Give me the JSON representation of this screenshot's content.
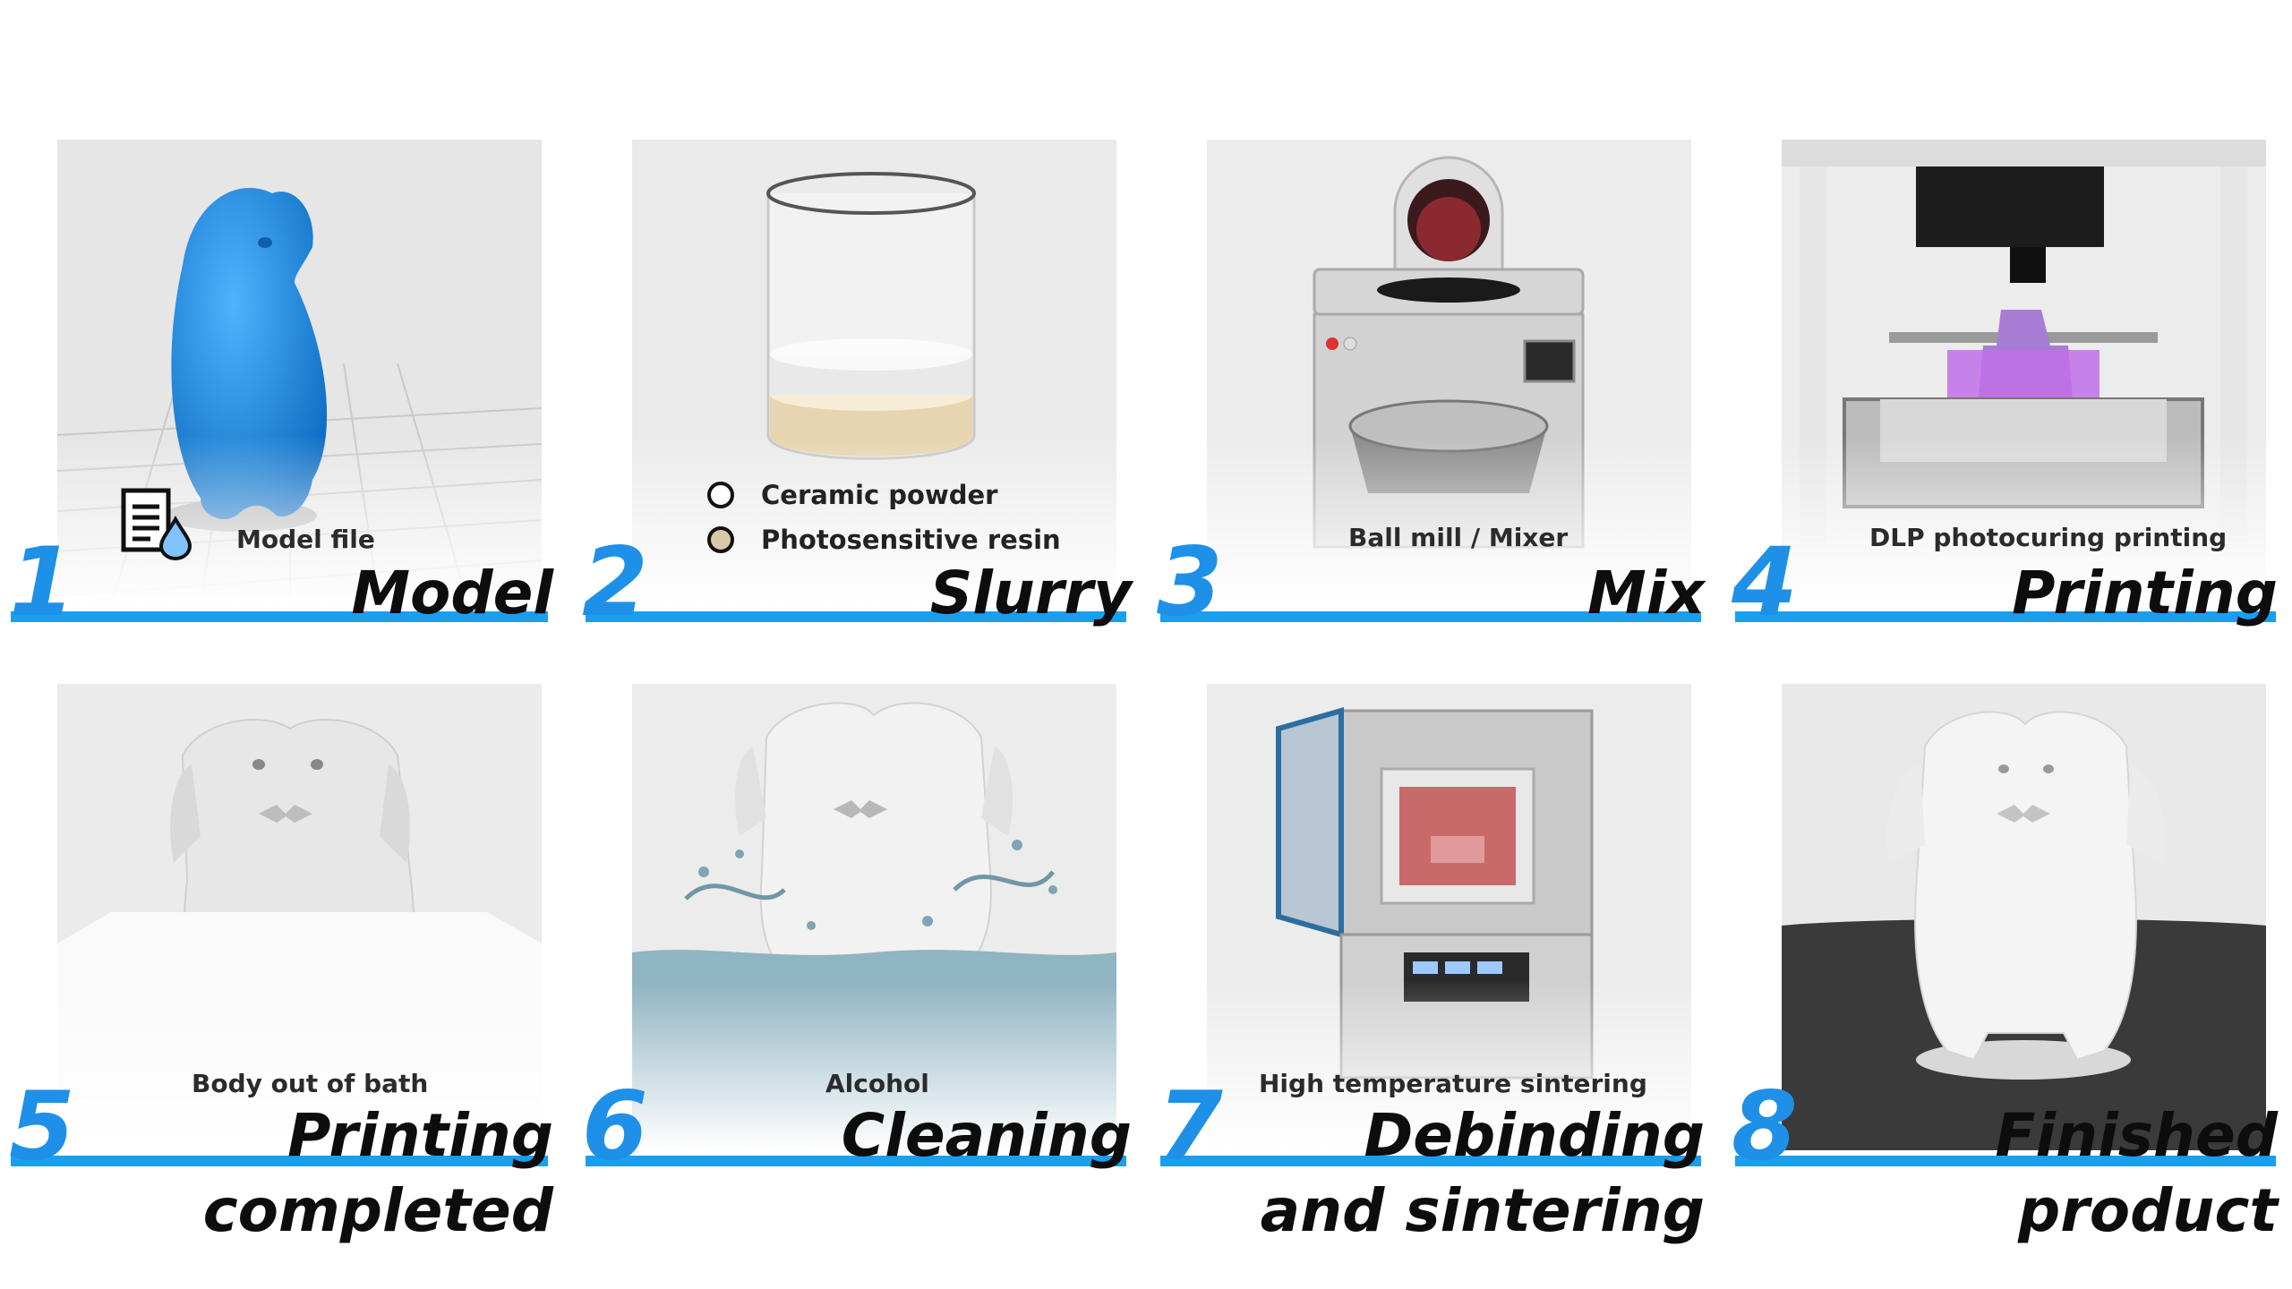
{
  "steps": [
    {
      "number": "1",
      "title": "Model",
      "caption": "Model file"
    },
    {
      "number": "2",
      "title": "Slurry",
      "legend": [
        "Ceramic powder",
        "Photosensitive resin"
      ]
    },
    {
      "number": "3",
      "title": "Mix",
      "caption": "Ball mill / Mixer"
    },
    {
      "number": "4",
      "title": "Printing",
      "caption": "DLP photocuring printing"
    },
    {
      "number": "5",
      "title": "Printing",
      "title2": "completed",
      "caption": "Body out of bath"
    },
    {
      "number": "6",
      "title": "Cleaning",
      "caption": "Alcohol"
    },
    {
      "number": "7",
      "title": "Debinding",
      "title2": "and sintering",
      "caption": "High temperature sintering"
    },
    {
      "number": "8",
      "title": "Finished",
      "title2": "product"
    }
  ],
  "colors": {
    "accent": "#1a9ff0",
    "number": "#1e90e8",
    "model_blue": "#1e88d8",
    "resin": "#d9c9a8",
    "uv": "#b070e0"
  },
  "icons": [
    "document-icon",
    "water-drop-icon"
  ]
}
